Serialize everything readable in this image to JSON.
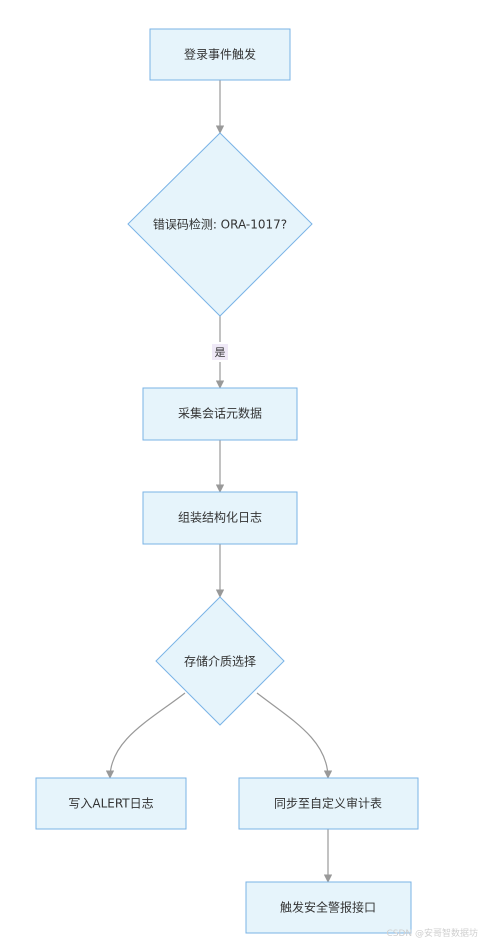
{
  "nodes": {
    "login_trigger": "登录事件触发",
    "error_check": "错误码检测: ORA-1017?",
    "collect_session": "采集会话元数据",
    "assemble_log": "组装结构化日志",
    "storage_select": "存储介质选择",
    "write_alert": "写入ALERT日志",
    "sync_audit": "同步至自定义审计表",
    "trigger_alarm": "触发安全警报接口"
  },
  "edge_labels": {
    "yes": "是"
  },
  "watermark": "CSDN @安哥智数据坊",
  "colors": {
    "node_fill": "#e6f4fb",
    "node_border": "#7ab3e6",
    "edge": "#999999",
    "label_bg": "#efe9f7"
  }
}
